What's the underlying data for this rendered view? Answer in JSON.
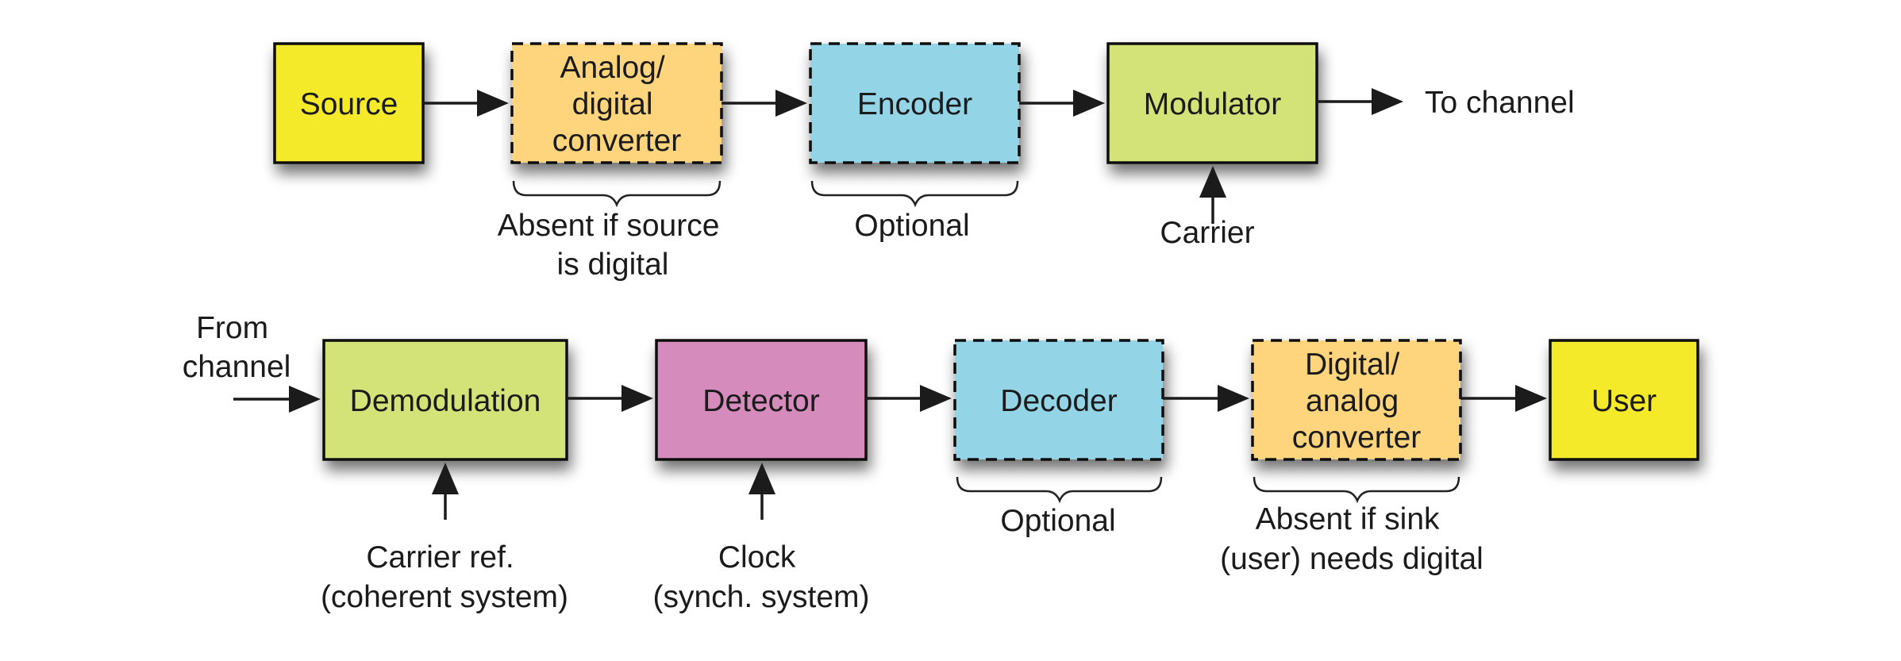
{
  "transmitter": {
    "source": {
      "lines": [
        "Source"
      ],
      "color": "#f5ea2a",
      "dashed": false
    },
    "adc": {
      "lines": [
        "Analog/",
        "digital",
        "converter"
      ],
      "color": "#fed57c",
      "dashed": true
    },
    "encoder": {
      "lines": [
        "Encoder"
      ],
      "color": "#93d5e6",
      "dashed": true
    },
    "modulator": {
      "lines": [
        "Modulator"
      ],
      "color": "#d4e377",
      "dashed": false
    },
    "output_label": [
      "To channel"
    ],
    "carrier_label": [
      "Carrier"
    ],
    "adc_note": [
      "Absent if source",
      "is digital"
    ],
    "encoder_note": [
      "Optional"
    ]
  },
  "receiver": {
    "input_label": [
      "From",
      "channel"
    ],
    "demodulation": {
      "lines": [
        "Demodulation"
      ],
      "color": "#d4e377",
      "dashed": false
    },
    "detector": {
      "lines": [
        "Detector"
      ],
      "color": "#d58cbd",
      "dashed": false
    },
    "decoder": {
      "lines": [
        "Decoder"
      ],
      "color": "#93d5e6",
      "dashed": true
    },
    "dac": {
      "lines": [
        "Digital/",
        "analog",
        "converter"
      ],
      "color": "#fed57c",
      "dashed": true
    },
    "user": {
      "lines": [
        "User"
      ],
      "color": "#f5ea2a",
      "dashed": false
    },
    "carrier_ref_label": [
      "Carrier ref.",
      "(coherent system)"
    ],
    "clock_label": [
      "Clock",
      "(synch. system)"
    ],
    "decoder_note": [
      "Optional"
    ],
    "dac_note": [
      "Absent if sink",
      "(user) needs digital"
    ]
  }
}
